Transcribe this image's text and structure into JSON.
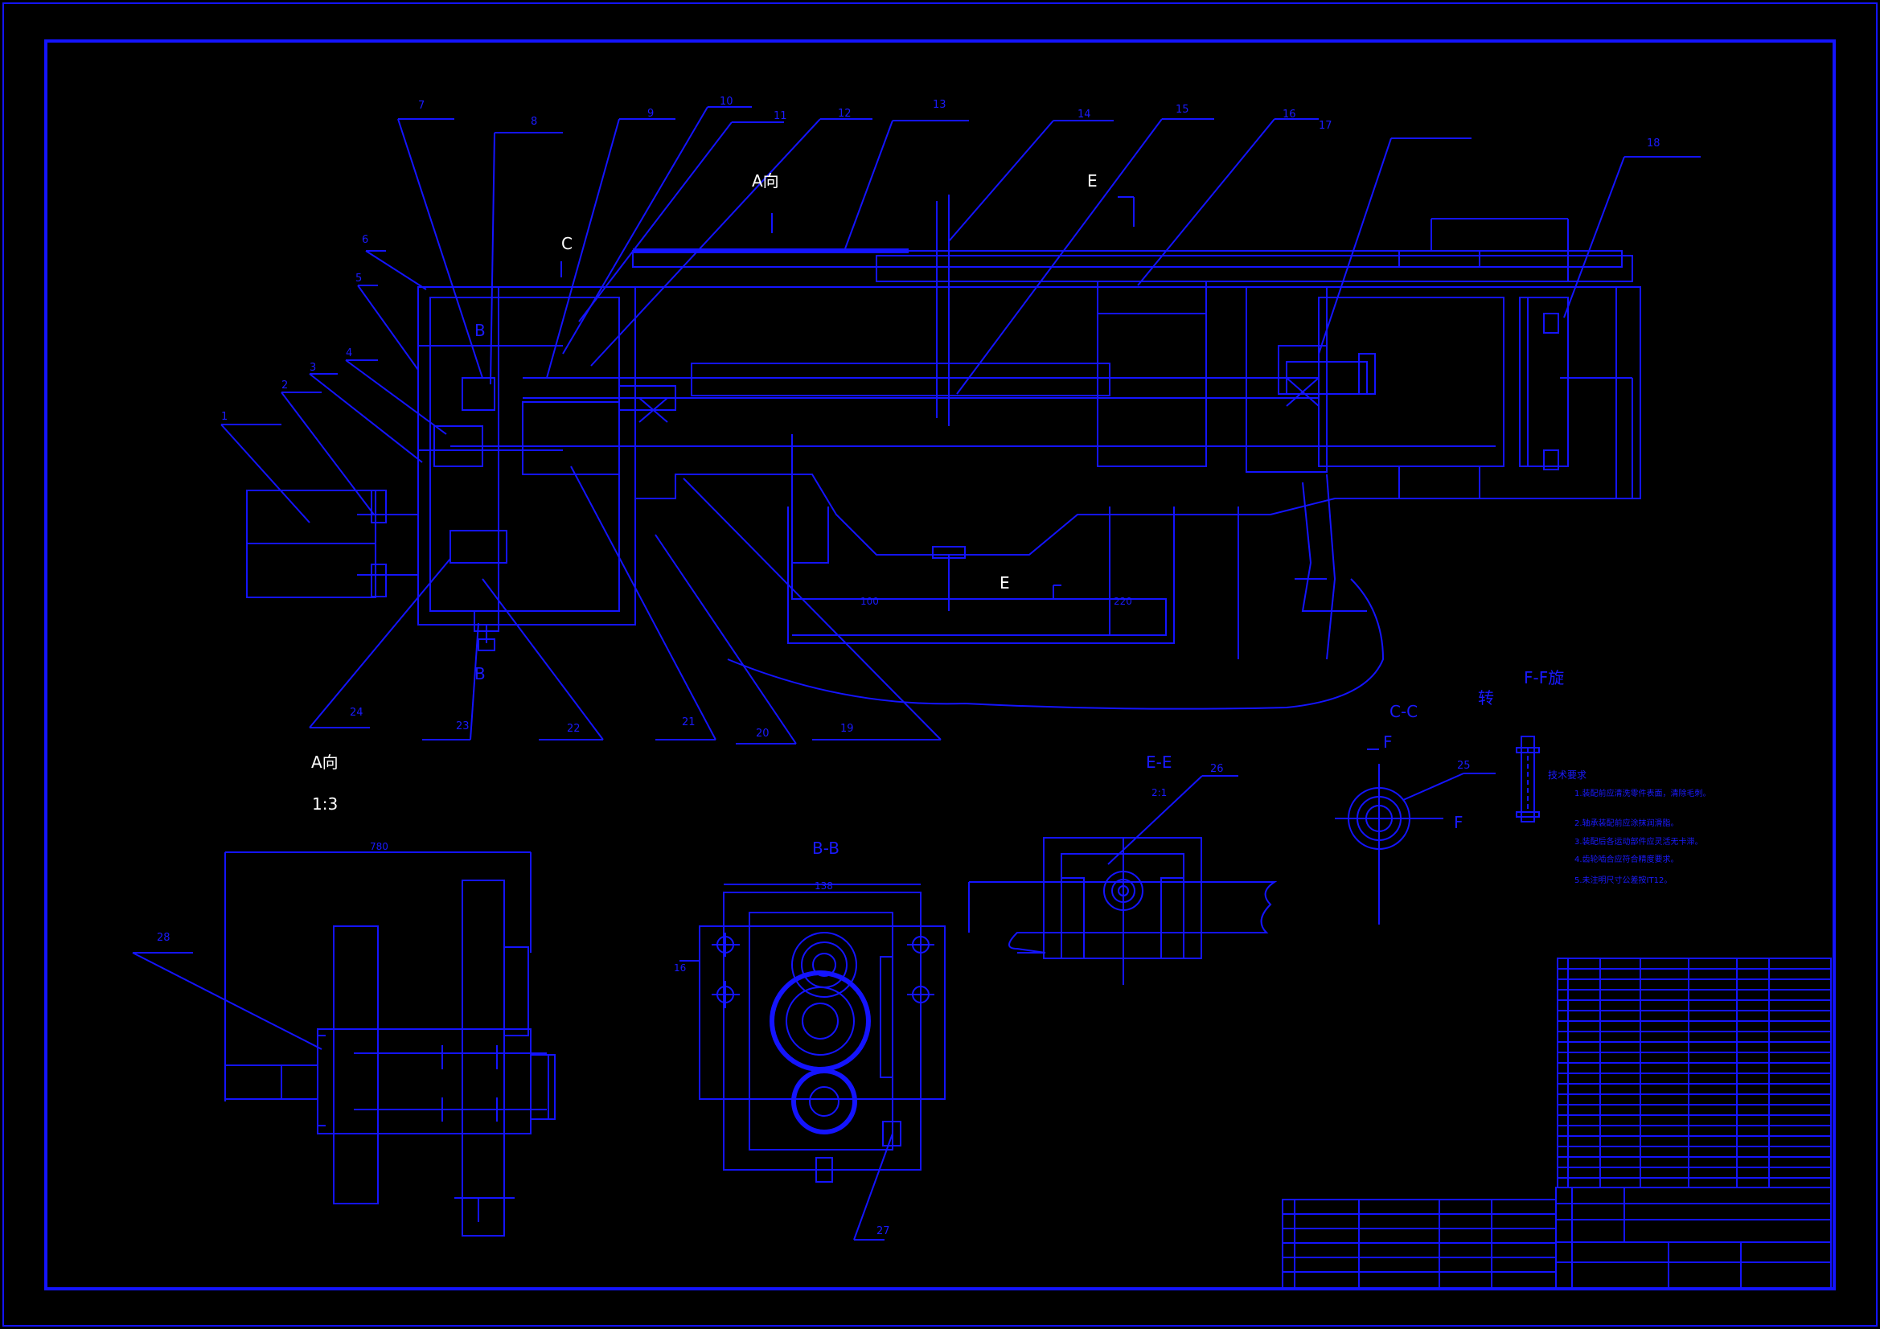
{
  "colors": {
    "background": "#000000",
    "line": "#1414ff",
    "label": "#ffffff"
  },
  "views": {
    "main_a_label": "A向",
    "section_c_label": "C",
    "section_e_label": "E",
    "section_e_label_low": "E",
    "section_b_top": "B",
    "section_b_bottom": "B",
    "view_a_title": "A向",
    "view_a_scale": "1:3",
    "bb_title": "B-B",
    "ee_title": "E-E",
    "ee_scale": "2:1",
    "cc_title": "C-C",
    "cc_f_top": "F",
    "cc_f_right": "F",
    "ff_title": "F-F旋",
    "ff_title2": "转"
  },
  "dimensions": {
    "d100": "100",
    "d220": "220",
    "d780": "780",
    "d138": "138",
    "d16": "16"
  },
  "part_numbers": [
    "1",
    "2",
    "3",
    "4",
    "5",
    "6",
    "7",
    "8",
    "9",
    "10",
    "11",
    "12",
    "13",
    "14",
    "15",
    "16",
    "17",
    "18",
    "19",
    "20",
    "21",
    "22",
    "23",
    "24",
    "25",
    "26",
    "27",
    "28"
  ],
  "tech_notes": {
    "title": "技术要求",
    "lines": [
      "1.装配前应清洗零件表面，清除毛刺。",
      "2.轴承装配前应涂抹润滑脂。",
      "3.装配后各运动部件应灵活无卡滞。",
      "4.齿轮啮合应符合精度要求。",
      "5.未注明尺寸公差按IT12。"
    ]
  }
}
